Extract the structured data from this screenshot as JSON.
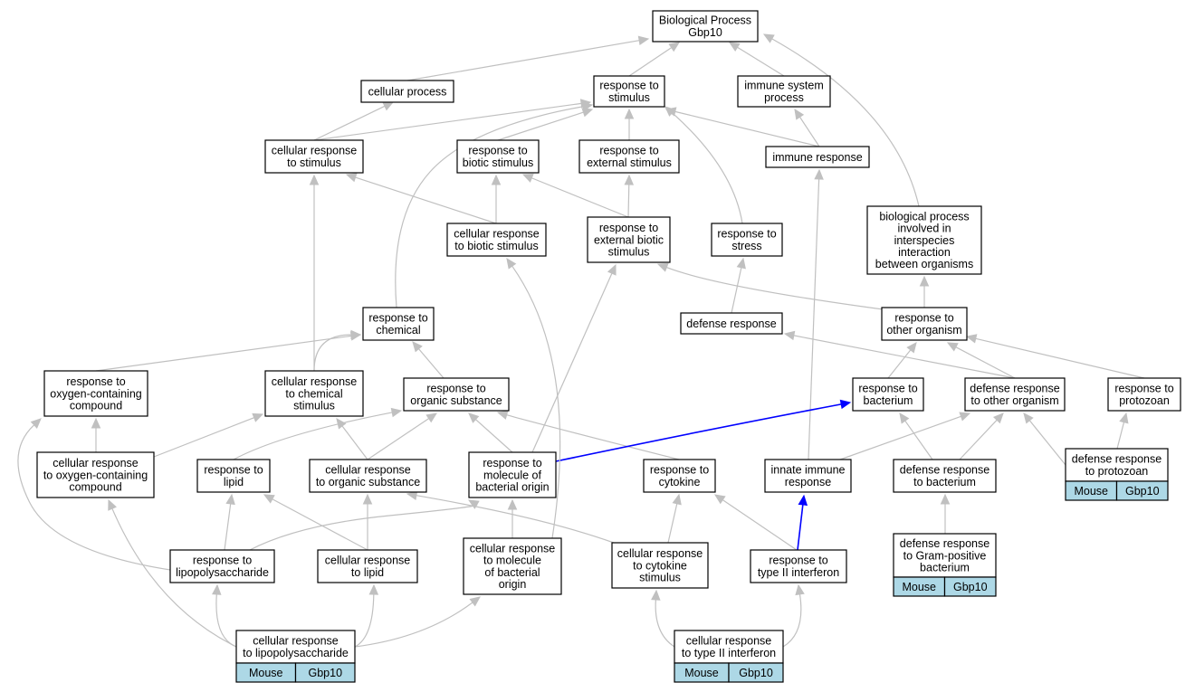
{
  "diagram": {
    "colors": {
      "edge": "#c0c0c0",
      "highlight_edge": "#0000ff",
      "annotation_cell": "#add8e6"
    },
    "nodes": [
      {
        "id": "bp",
        "lines": [
          "Biological Process",
          "Gbp10"
        ]
      },
      {
        "id": "cp",
        "lines": [
          "cellular process"
        ]
      },
      {
        "id": "rs",
        "lines": [
          "response to",
          "stimulus"
        ]
      },
      {
        "id": "isp",
        "lines": [
          "immune system",
          "process"
        ]
      },
      {
        "id": "crs",
        "lines": [
          "cellular response",
          "to stimulus"
        ]
      },
      {
        "id": "rbs",
        "lines": [
          "response to",
          "biotic stimulus"
        ]
      },
      {
        "id": "res",
        "lines": [
          "response to",
          "external stimulus"
        ]
      },
      {
        "id": "ir",
        "lines": [
          "immune response"
        ]
      },
      {
        "id": "crbs",
        "lines": [
          "cellular response",
          "to biotic stimulus"
        ]
      },
      {
        "id": "rebs",
        "lines": [
          "response to",
          "external biotic",
          "stimulus"
        ]
      },
      {
        "id": "rst",
        "lines": [
          "response to",
          "stress"
        ]
      },
      {
        "id": "bpii",
        "lines": [
          "biological process",
          "involved in",
          "interspecies",
          "interaction",
          "between organisms"
        ]
      },
      {
        "id": "rc",
        "lines": [
          "response to",
          "chemical"
        ]
      },
      {
        "id": "dr",
        "lines": [
          "defense response"
        ]
      },
      {
        "id": "roo",
        "lines": [
          "response to",
          "other organism"
        ]
      },
      {
        "id": "roc",
        "lines": [
          "response to",
          "oxygen-containing",
          "compound"
        ]
      },
      {
        "id": "crc",
        "lines": [
          "cellular response",
          "to chemical",
          "stimulus"
        ]
      },
      {
        "id": "ros",
        "lines": [
          "response to",
          "organic substance"
        ]
      },
      {
        "id": "rb",
        "lines": [
          "response to",
          "bacterium"
        ]
      },
      {
        "id": "droo",
        "lines": [
          "defense response",
          "to other organism"
        ]
      },
      {
        "id": "rp",
        "lines": [
          "response to",
          "protozoan"
        ]
      },
      {
        "id": "croc",
        "lines": [
          "cellular response",
          "to oxygen-containing",
          "compound"
        ]
      },
      {
        "id": "rl",
        "lines": [
          "response to",
          "lipid"
        ]
      },
      {
        "id": "cros",
        "lines": [
          "cellular response",
          "to organic substance"
        ]
      },
      {
        "id": "rmbo",
        "lines": [
          "response to",
          "molecule of",
          "bacterial origin"
        ]
      },
      {
        "id": "rcy",
        "lines": [
          "response to",
          "cytokine"
        ]
      },
      {
        "id": "iir",
        "lines": [
          "innate immune",
          "response"
        ]
      },
      {
        "id": "drb",
        "lines": [
          "defense response",
          "to bacterium"
        ]
      },
      {
        "id": "drp",
        "lines": [
          "defense response",
          "to protozoan"
        ],
        "annotation": [
          "Mouse",
          "Gbp10"
        ]
      },
      {
        "id": "rlps",
        "lines": [
          "response to",
          "lipopolysaccharide"
        ]
      },
      {
        "id": "crl",
        "lines": [
          "cellular response",
          "to lipid"
        ]
      },
      {
        "id": "crmbo",
        "lines": [
          "cellular response",
          "to molecule",
          "of bacterial",
          "origin"
        ]
      },
      {
        "id": "crcs",
        "lines": [
          "cellular response",
          "to cytokine",
          "stimulus"
        ]
      },
      {
        "id": "rt2",
        "lines": [
          "response to",
          "type II interferon"
        ]
      },
      {
        "id": "drgp",
        "lines": [
          "defense response",
          "to Gram-positive",
          "bacterium"
        ],
        "annotation": [
          "Mouse",
          "Gbp10"
        ]
      },
      {
        "id": "crlps",
        "lines": [
          "cellular response",
          "to lipopolysaccharide"
        ],
        "annotation": [
          "Mouse",
          "Gbp10"
        ]
      },
      {
        "id": "crt2",
        "lines": [
          "cellular response",
          "to type II interferon"
        ],
        "annotation": [
          "Mouse",
          "Gbp10"
        ]
      }
    ]
  }
}
